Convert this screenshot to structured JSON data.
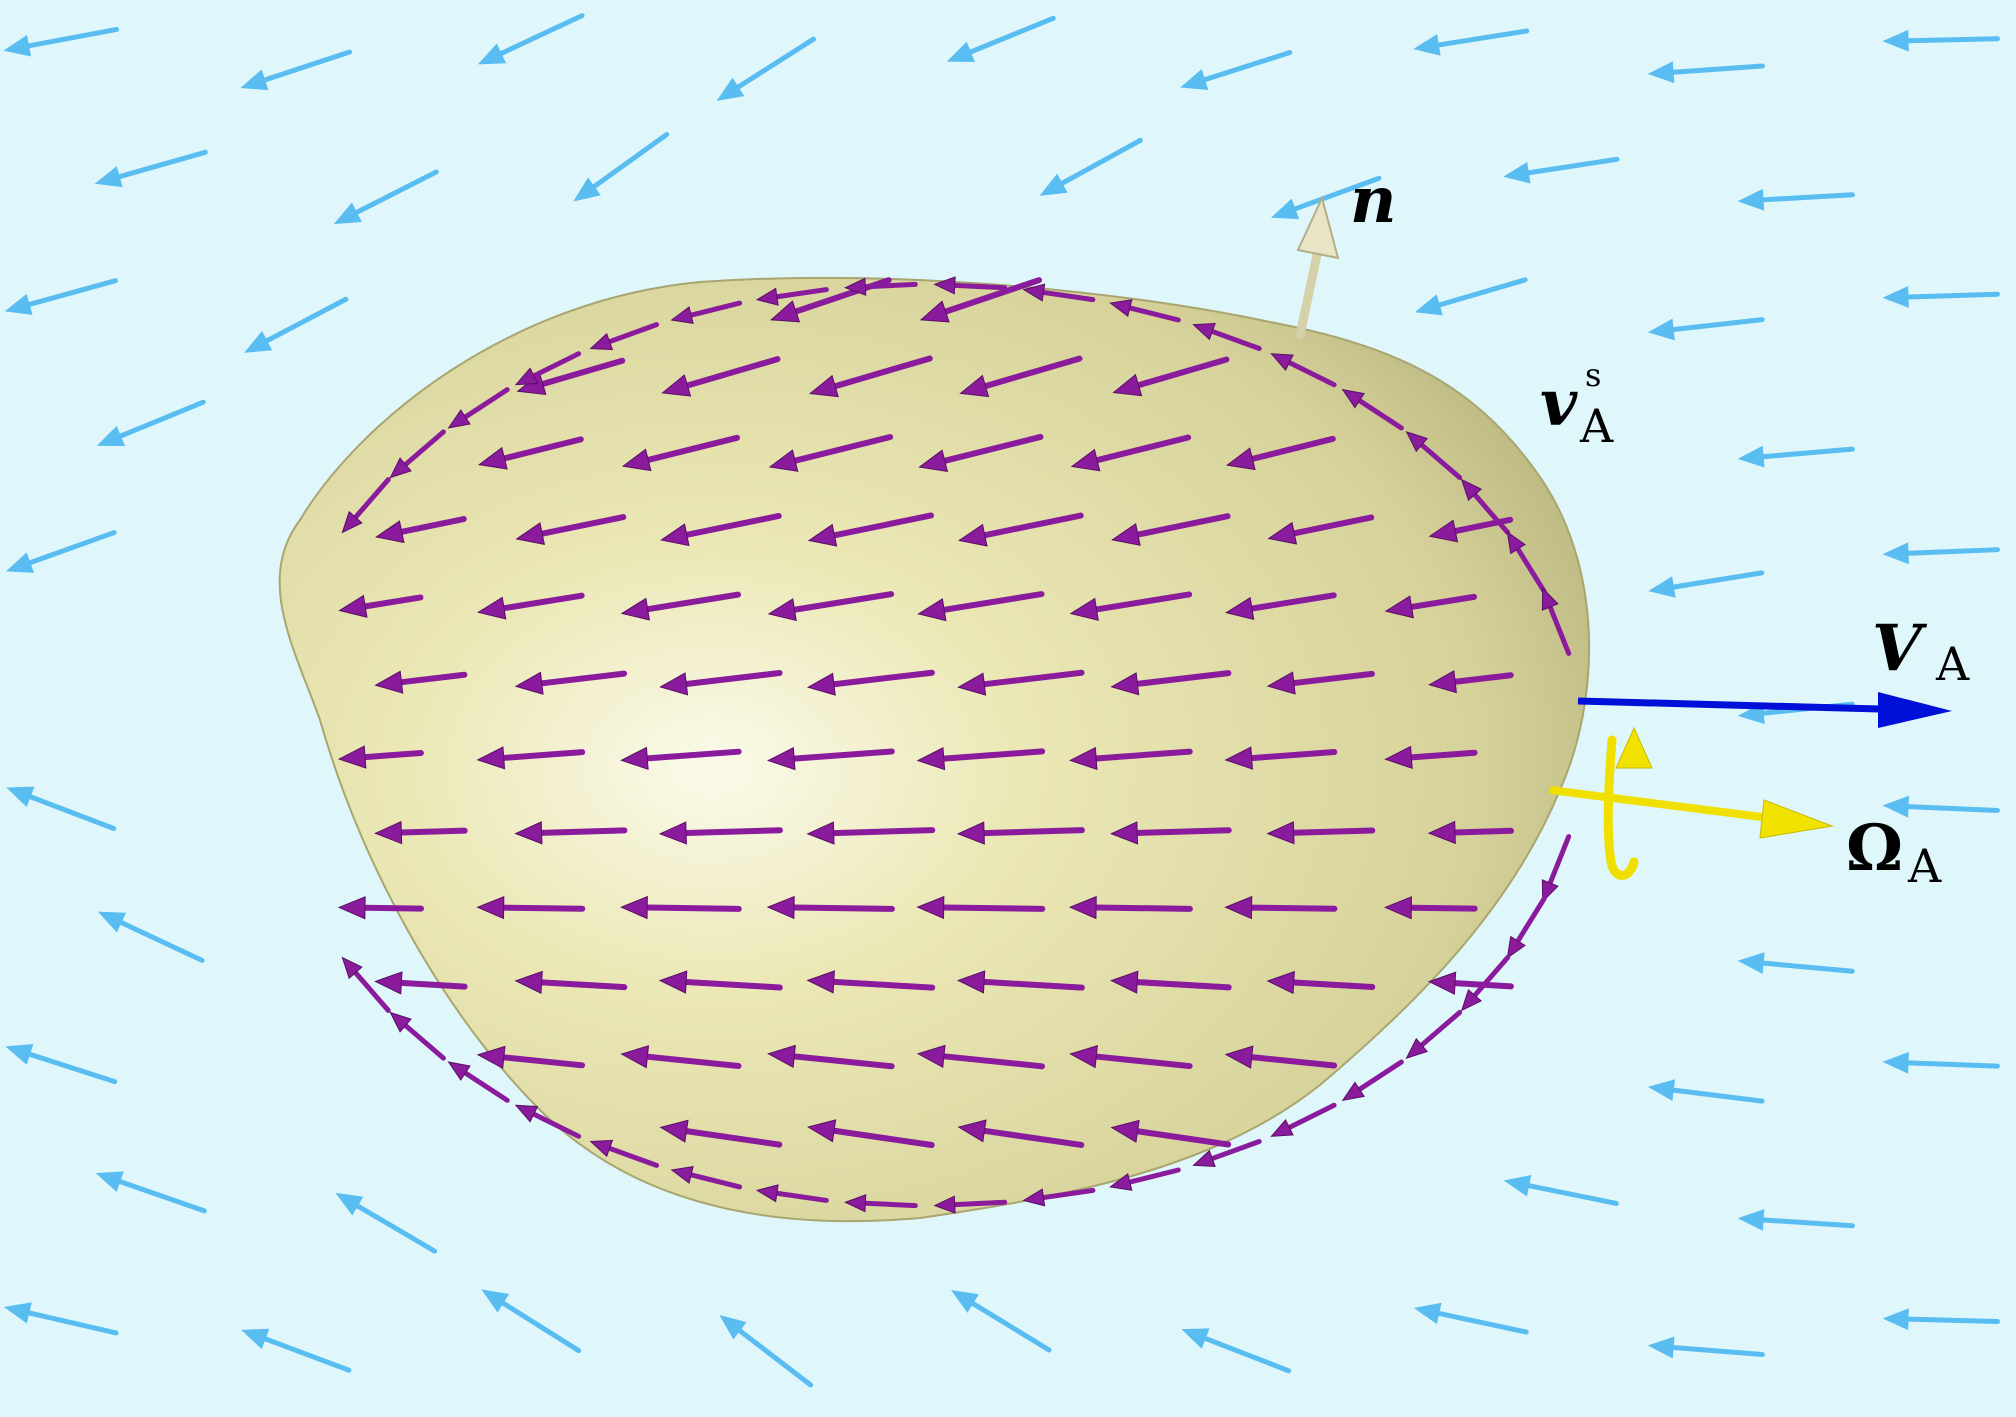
{
  "colors": {
    "background": "#dff7fa",
    "flow_arrow": "#59bdf2",
    "body_fill": "#e6e3ab",
    "body_shade": "#b6b27a",
    "surface_arrow": "#8a1b9c",
    "normal_arrow": "#e2dcb8",
    "velocity_arrow": "#0010d8",
    "angular_arrow": "#f2e200",
    "text": "#000000"
  },
  "labels": {
    "normal": {
      "main": "n"
    },
    "surface_velocity": {
      "main": "v",
      "sup": "s",
      "sub": "A"
    },
    "velocity": {
      "main": "V",
      "sub": "A"
    },
    "angular_velocity": {
      "main": "Ω",
      "sub": "A"
    }
  },
  "icons": {
    "flow": "arrow-left-icon",
    "surface": "arrow-left-icon",
    "normal": "arrow-up-icon",
    "velocity": "arrow-right-icon",
    "angular": "rotation-arrow-icon"
  }
}
